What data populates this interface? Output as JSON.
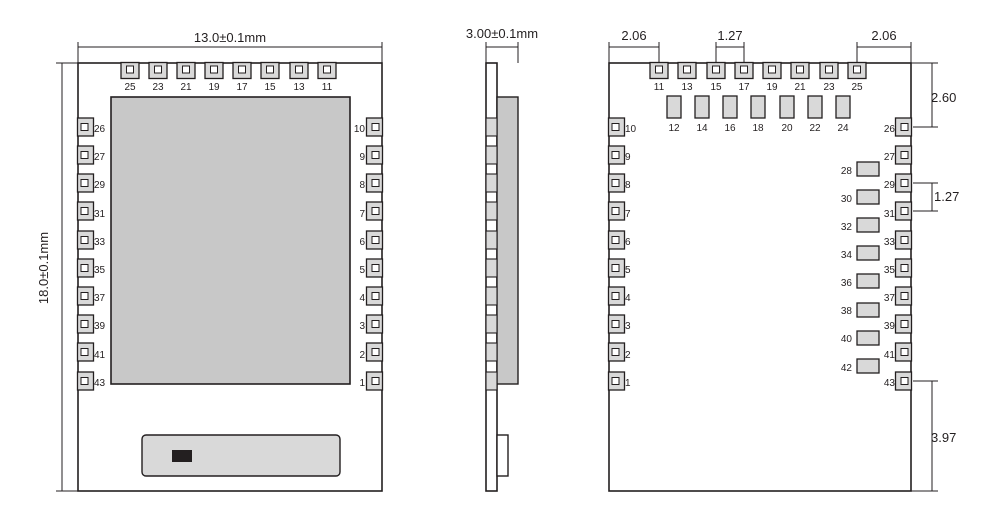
{
  "dimensions": {
    "front_width": "13.0±0.1mm",
    "front_height": "18.0±0.1mm",
    "side_thickness": "3.00±0.1mm",
    "back_left_offset": "2.06",
    "back_right_offset": "2.06",
    "back_top_pitch": "1.27",
    "back_right_top": "2.60",
    "back_right_pitch": "1.27",
    "back_right_bottom": "3.97"
  },
  "front": {
    "top_pins": [
      "25",
      "23",
      "21",
      "19",
      "17",
      "15",
      "13",
      "11"
    ],
    "left_pins": [
      "26",
      "27",
      "29",
      "31",
      "33",
      "35",
      "37",
      "39",
      "41",
      "43"
    ],
    "right_pins": [
      "10",
      "9",
      "8",
      "7",
      "6",
      "5",
      "4",
      "3",
      "2",
      "1"
    ]
  },
  "back": {
    "top_pins": [
      "11",
      "13",
      "15",
      "17",
      "19",
      "21",
      "23",
      "25"
    ],
    "inner_pins": [
      "12",
      "14",
      "16",
      "18",
      "20",
      "22",
      "24"
    ],
    "left_pins": [
      "10",
      "9",
      "8",
      "7",
      "6",
      "5",
      "4",
      "3",
      "2",
      "1"
    ],
    "right_pins": [
      "26",
      "27",
      "29",
      "31",
      "33",
      "35",
      "37",
      "39",
      "41",
      "43"
    ],
    "inner_column_pins": [
      "28",
      "30",
      "32",
      "34",
      "36",
      "38",
      "40",
      "42"
    ]
  },
  "colors": {
    "line": "#231f20",
    "pad_fill": "#d9d9d9",
    "shield_fill": "#c8c8c8",
    "background": "#ffffff"
  }
}
